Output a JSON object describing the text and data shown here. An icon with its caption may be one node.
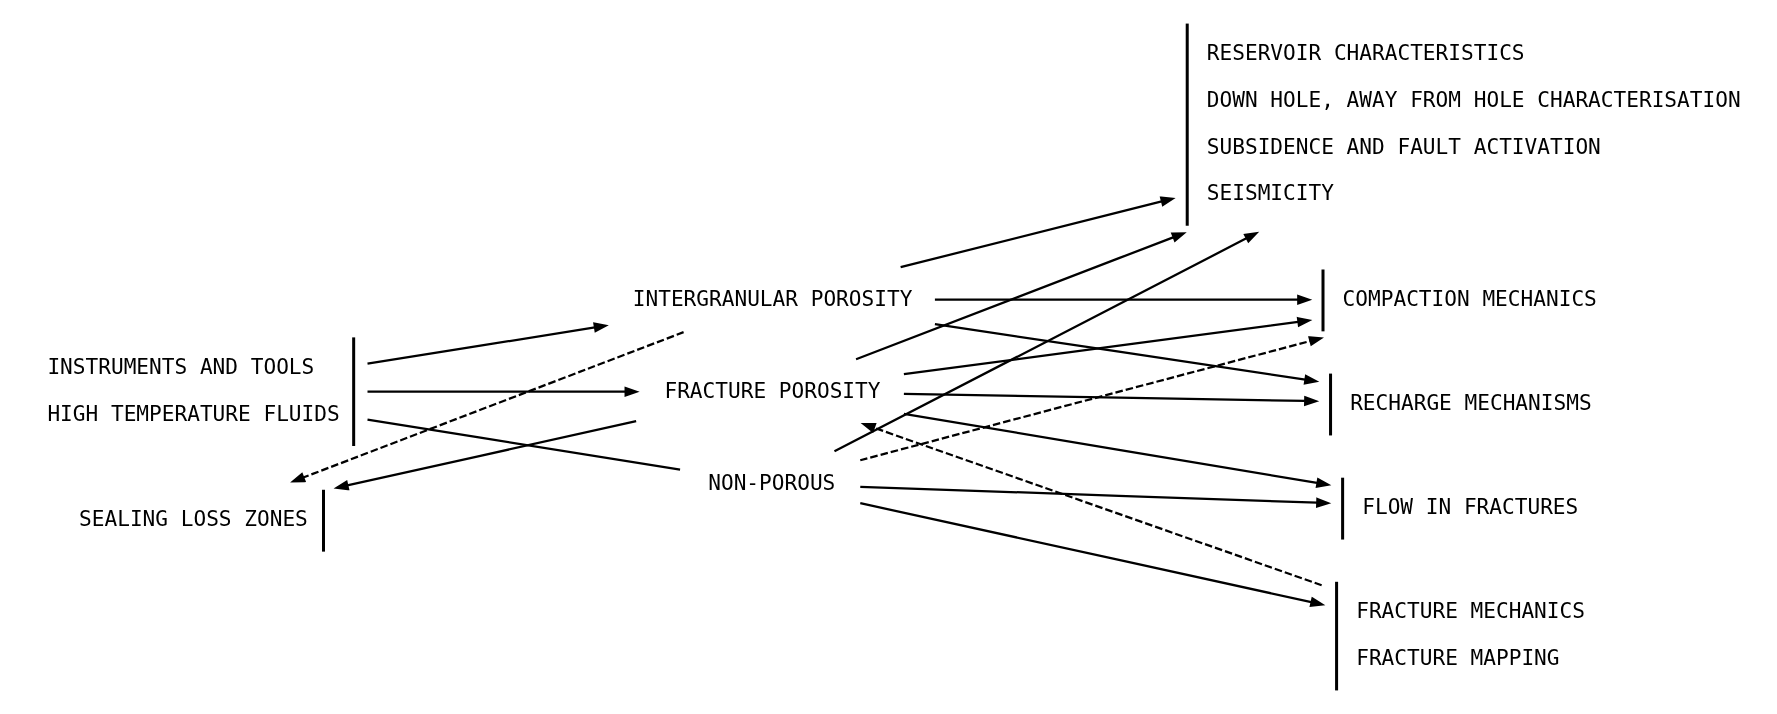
{
  "diagram": {
    "nodes": [
      {
        "text": [
          "INSTRUMENTS AND TOOLS",
          "HIGH TEMPERATURE FLUIDS"
        ]
      },
      {
        "text": [
          "SEALING LOSS ZONES"
        ]
      },
      {
        "text": [
          "INTERGRANULAR POROSITY"
        ]
      },
      {
        "text": [
          "FRACTURE POROSITY"
        ]
      },
      {
        "text": [
          "NON-POROUS"
        ]
      },
      {
        "text": [
          "RESERVOIR CHARACTERISTICS",
          "DOWN HOLE, AWAY FROM HOLE CHARACTERISATION",
          "SUBSIDENCE AND FAULT ACTIVATION",
          "SEISMICITY"
        ]
      },
      {
        "text": [
          "COMPACTION MECHANICS"
        ]
      },
      {
        "text": [
          "RECHARGE MECHANISMS"
        ]
      },
      {
        "text": [
          "FLOW IN FRACTURES"
        ]
      },
      {
        "text": [
          "FRACTURE MECHANICS",
          "FRACTURE MAPPING"
        ]
      }
    ],
    "edges": [
      {
        "from": 0,
        "to": 2,
        "arrow": "to"
      },
      {
        "from": 0,
        "to": 3,
        "arrow": "to"
      },
      {
        "from": 0,
        "to": 4,
        "arrow": "none"
      },
      {
        "from": 3,
        "to": 1,
        "arrow": "to"
      },
      {
        "from": 2,
        "to": 1,
        "arrow": "to",
        "style": "dashed"
      },
      {
        "from": 2,
        "to": 5,
        "arrow": "to"
      },
      {
        "from": 2,
        "to": 6,
        "arrow": "to"
      },
      {
        "from": 2,
        "to": 7,
        "arrow": "to"
      },
      {
        "from": 3,
        "to": 5,
        "arrow": "to"
      },
      {
        "from": 3,
        "to": 6,
        "arrow": "to"
      },
      {
        "from": 3,
        "to": 7,
        "arrow": "to"
      },
      {
        "from": 3,
        "to": 8,
        "arrow": "to"
      },
      {
        "from": 4,
        "to": 5,
        "arrow": "to"
      },
      {
        "from": 4,
        "to": 8,
        "arrow": "to"
      },
      {
        "from": 4,
        "to": 9,
        "arrow": "to"
      },
      {
        "from": 4,
        "to": 6,
        "arrow": "to",
        "style": "dashed"
      },
      {
        "from": 9,
        "to": 3,
        "arrow": "to",
        "style": "dashed"
      }
    ]
  }
}
